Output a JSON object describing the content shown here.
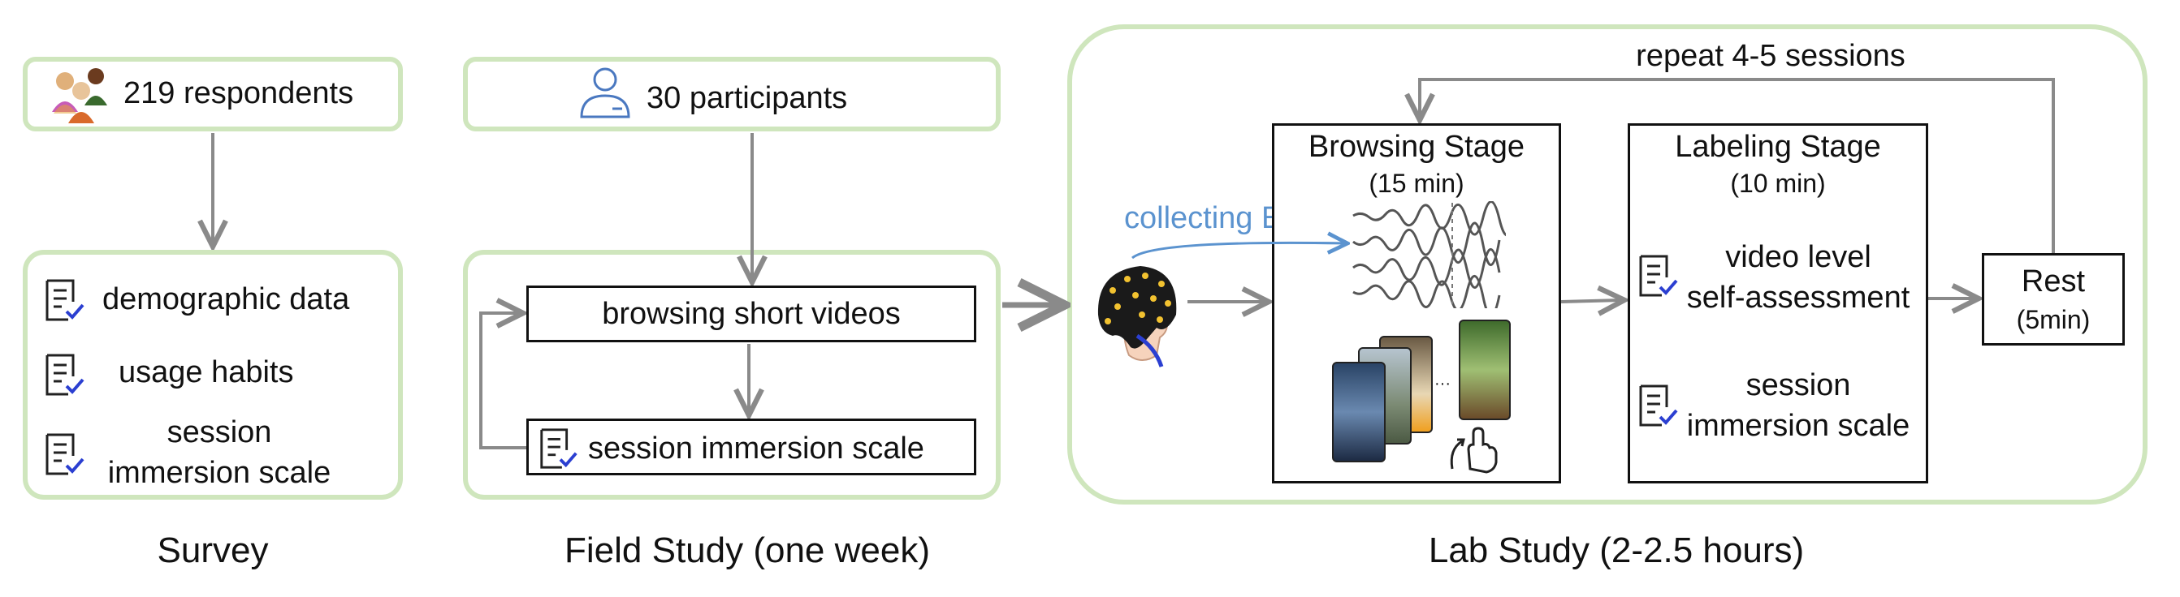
{
  "survey": {
    "respondents": "219 respondents",
    "items": [
      "demographic data",
      "usage habits",
      "session",
      "immersion scale"
    ],
    "caption": "Survey"
  },
  "field": {
    "participants": "30 participants",
    "browsing": "browsing short videos",
    "scale": "session immersion scale",
    "caption": "Field Study (one week)"
  },
  "lab": {
    "repeat": "repeat 4-5 sessions",
    "collecting": "collecting EEG",
    "browsing_title": "Browsing Stage",
    "browsing_time": "(15 min)",
    "labeling_title": "Labeling Stage",
    "labeling_time": "(10 min)",
    "video_level_1": "video level",
    "video_level_2": "self-assessment",
    "session_1": "session",
    "session_2": "immersion scale",
    "rest_title": "Rest",
    "rest_time": "(5min)",
    "caption": "Lab Study (2-2.5 hours)"
  },
  "colors": {
    "panel_border": "#cfe6bd",
    "arrow": "#8a8a8a",
    "eeg_blue": "#5b93cf",
    "check": "#2b3fd1"
  }
}
